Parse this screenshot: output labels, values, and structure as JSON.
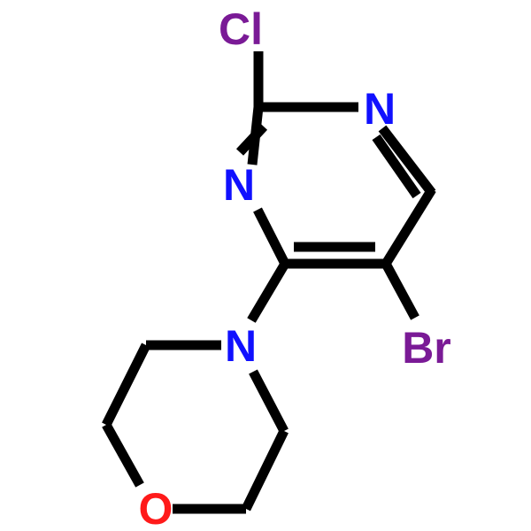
{
  "colors": {
    "bond": "#000000",
    "nitrogen": "#1010ff",
    "oxygen": "#ff1a1a",
    "halogen": "#7a1a96"
  },
  "atoms": {
    "cl": "Cl",
    "n_top": "N",
    "n_left": "N",
    "n_morpholine": "N",
    "br": "Br",
    "o": "O"
  }
}
